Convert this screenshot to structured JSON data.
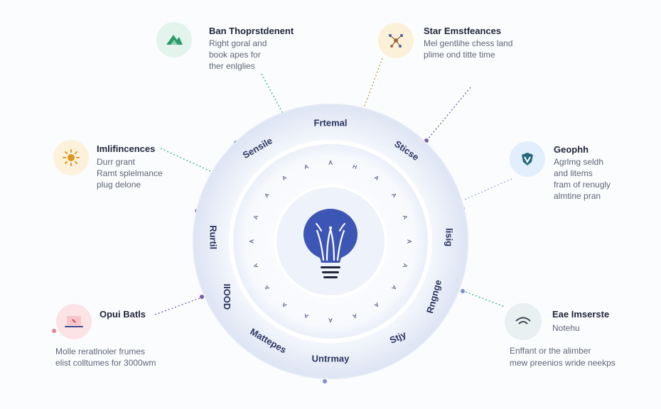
{
  "center": {
    "icon": "lightbulb-icon",
    "color": "#3d55b4"
  },
  "ring": {
    "labels": [
      "Frtemal",
      "Sensile",
      "Sticse",
      "Rurtil",
      "lisig",
      "IIOOD",
      "Rngnge",
      "Mattepes",
      "Stjy",
      "Untrmay"
    ],
    "inner_marks": [
      "A",
      "H",
      "A",
      "A",
      "A",
      "A",
      "A",
      "A",
      "A",
      "A",
      "A",
      "A",
      "A",
      "A",
      "A",
      "A",
      "A",
      "A",
      "A",
      "A"
    ]
  },
  "cards": [
    {
      "id": "top-left",
      "icon": "mountain-icon",
      "icon_bg": "#e3f4ec",
      "icon_color": "#2f9a6b",
      "title": "Ban Thoprstdenent",
      "lines": [
        "Right goral and",
        "book apes for",
        "ther enlglies"
      ]
    },
    {
      "id": "top-right",
      "icon": "network-icon",
      "icon_bg": "#fbf1d9",
      "icon_color": "#b46b2a",
      "title": "Star Emstfeances",
      "lines": [
        "Mel gentlihe chess land",
        "plime ond titte time"
      ]
    },
    {
      "id": "mid-left",
      "icon": "sun-icon",
      "icon_bg": "#fcf2dc",
      "icon_color": "#e0951f",
      "title": "Imlifincences",
      "lines": [
        "Durr grant",
        "Ramt splelmance",
        "plug delone"
      ]
    },
    {
      "id": "mid-right",
      "icon": "shield-icon",
      "icon_bg": "#e3eefc",
      "icon_color": "#236a79",
      "title": "Geophh",
      "lines": [
        "Agrlmg seldh",
        "and litems",
        "fram of renugly",
        "almtine pran"
      ]
    },
    {
      "id": "bottom-left",
      "icon": "device-icon",
      "icon_bg": "#fbe3e6",
      "icon_color": "#d2444f",
      "title": "Opui Batls",
      "lines": [
        "Molle reratlnoler frumes",
        "elist colltumes for 3000wm"
      ]
    },
    {
      "id": "bottom-right",
      "icon": "wifi-icon",
      "icon_bg": "#e8f0f1",
      "icon_color": "#3b4653",
      "title": "Eae Imserste",
      "lines": [
        "Notehu",
        "Enffant or the alimber",
        "mew preenios wride neekps"
      ]
    }
  ],
  "colors": {
    "ring_outer": "#e6ebf6",
    "ring_band": "#dfe5f4",
    "ring_text": "#2b3560",
    "connector_green": "#2fae8a",
    "connector_purple": "#7a5aa8",
    "dot": "#7d8fd0"
  }
}
